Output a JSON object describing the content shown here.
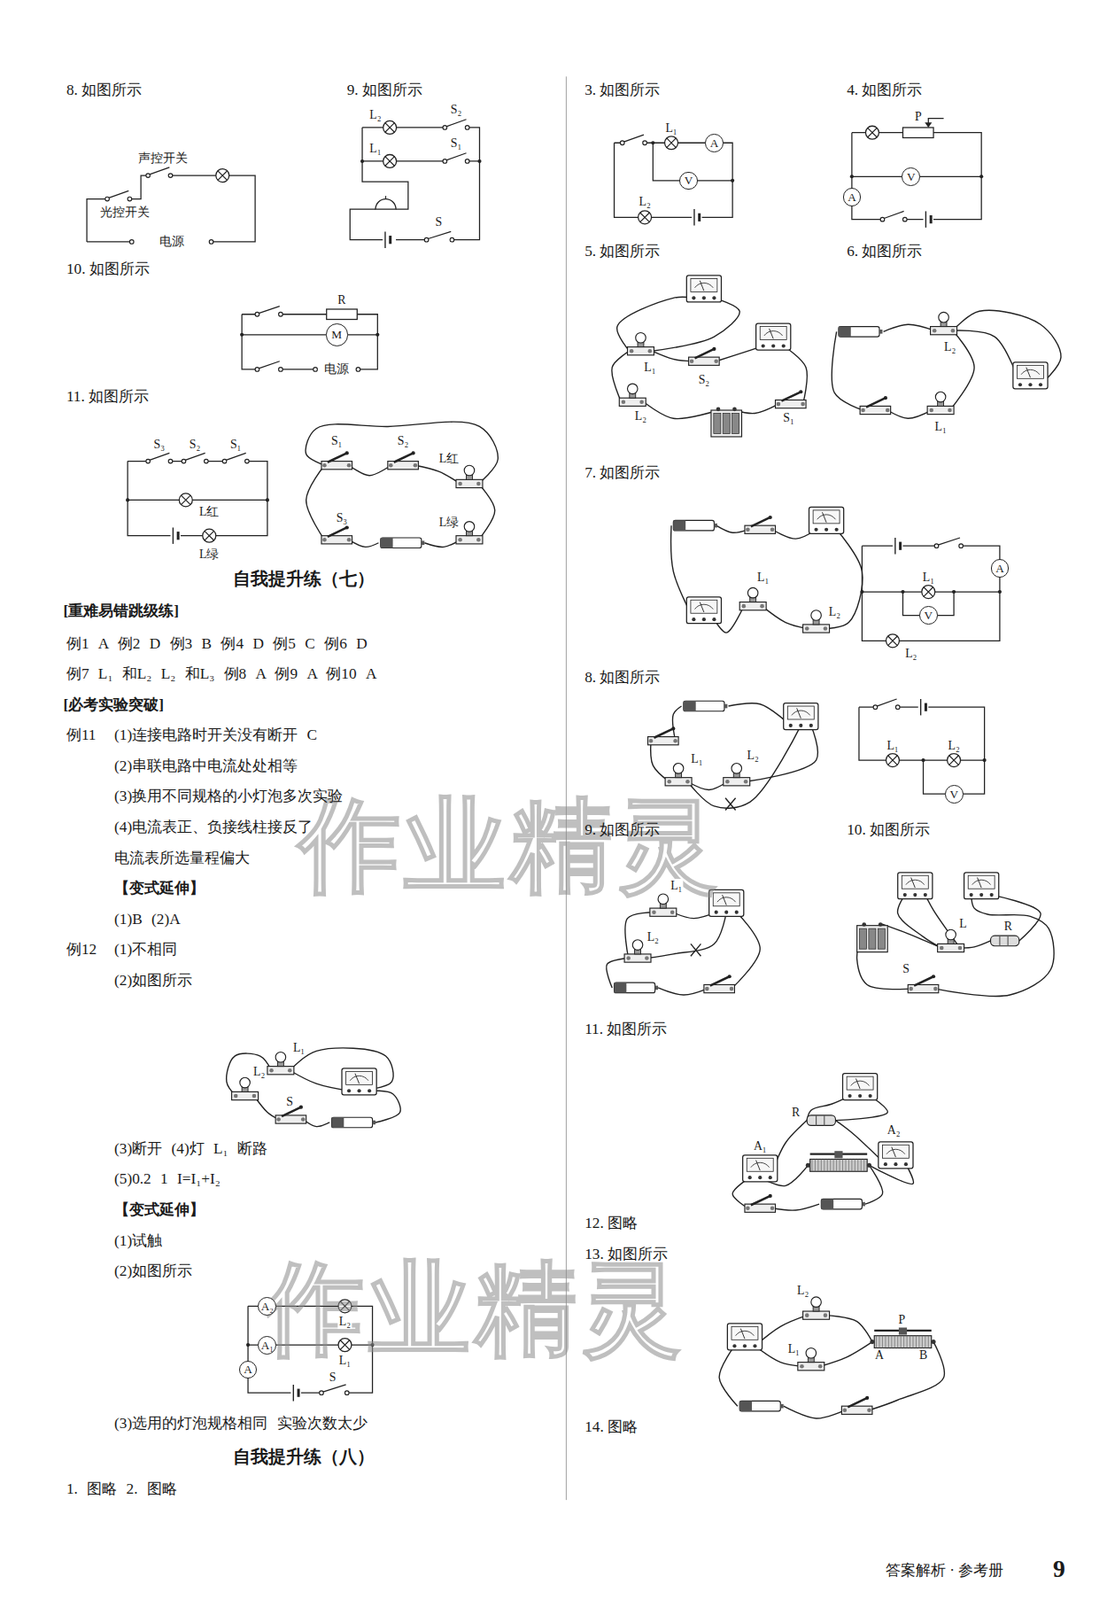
{
  "diagram": {
    "nodes": [
      {
        "text": [
          "M"
        ]
      },
      {
        "text": [
          "A₂"
        ]
      },
      {
        "text": [
          "A₁"
        ]
      },
      {
        "text": [
          "A"
        ]
      },
      {
        "text": [
          "A"
        ]
      },
      {
        "text": [
          "V"
        ]
      },
      {
        "text": [
          "V"
        ]
      },
      {
        "text": [
          "A"
        ]
      },
      {
        "text": [
          "A"
        ]
      },
      {
        "text": [
          "V"
        ]
      },
      {
        "text": [
          "V"
        ]
      }
    ],
    "labels": [
      "8. 如图所示",
      "声控开关",
      "光控开关",
      "电源",
      "9. 如图所示",
      "L₂",
      "S₂",
      "L₁",
      "S₁",
      "S",
      "10. 如图所示",
      "R",
      "电源",
      "11. 如图所示",
      "S₃",
      "S₂",
      "S₁",
      "L红",
      "L绿",
      "S₁",
      "S₂",
      "L红",
      "S₃",
      "L绿",
      "自我提升练（七）",
      "[重难易错跳级练]",
      "例1 A 例2 D 例3 B 例4 D 例5 C 例6 D",
      "例7 L₁ 和L₂ L₂ 和L₃ 例8 A 例9 A 例10 A",
      "[必考实验突破]",
      "例11",
      "(1)连接电路时开关没有断开 C",
      "(2)串联电路中电流处处相等",
      "(3)换用不同规格的小灯泡多次实验",
      "(4)电流表正、负接线柱接反了",
      "电流表所选量程偏大",
      "【变式延伸】",
      "(1)B (2)A",
      "例12",
      "(1)不相同",
      "(2)如图所示",
      "L₁",
      "L₂",
      "S",
      "(3)断开 (4)灯 L₁ 断路",
      "(5)0.2 1 I=I₁+I₂",
      "【变式延伸】",
      "(1)试触",
      "(2)如图所示",
      "L₂",
      "L₁",
      "S",
      "(3)选用的灯泡规格相同 实验次数太少",
      "自我提升练（八）",
      "1. 图略 2. 图略",
      "3. 如图所示",
      "L₁",
      "L₂",
      "4. 如图所示",
      "P",
      "5. 如图所示",
      "L₁",
      "S₂",
      "L₂",
      "S₁",
      "6. 如图所示",
      "L₂",
      "L₁",
      "7. 如图所示",
      "L₁",
      "L₂",
      "L₁",
      "L₂",
      "8. 如图所示",
      "L₁",
      "L₂",
      "L₁",
      "L₂",
      "9. 如图所示",
      "L₁",
      "L₂",
      "10. 如图所示",
      "L",
      "R",
      "S",
      "11. 如图所示",
      "A₁",
      "R",
      "A₂",
      "12. 图略",
      "13. 如图所示",
      "L₂",
      "L₁",
      "P",
      "A",
      "B",
      "14. 图略",
      "作业精灵",
      "作业精灵",
      "答案解析 · 参考册",
      "9"
    ]
  }
}
